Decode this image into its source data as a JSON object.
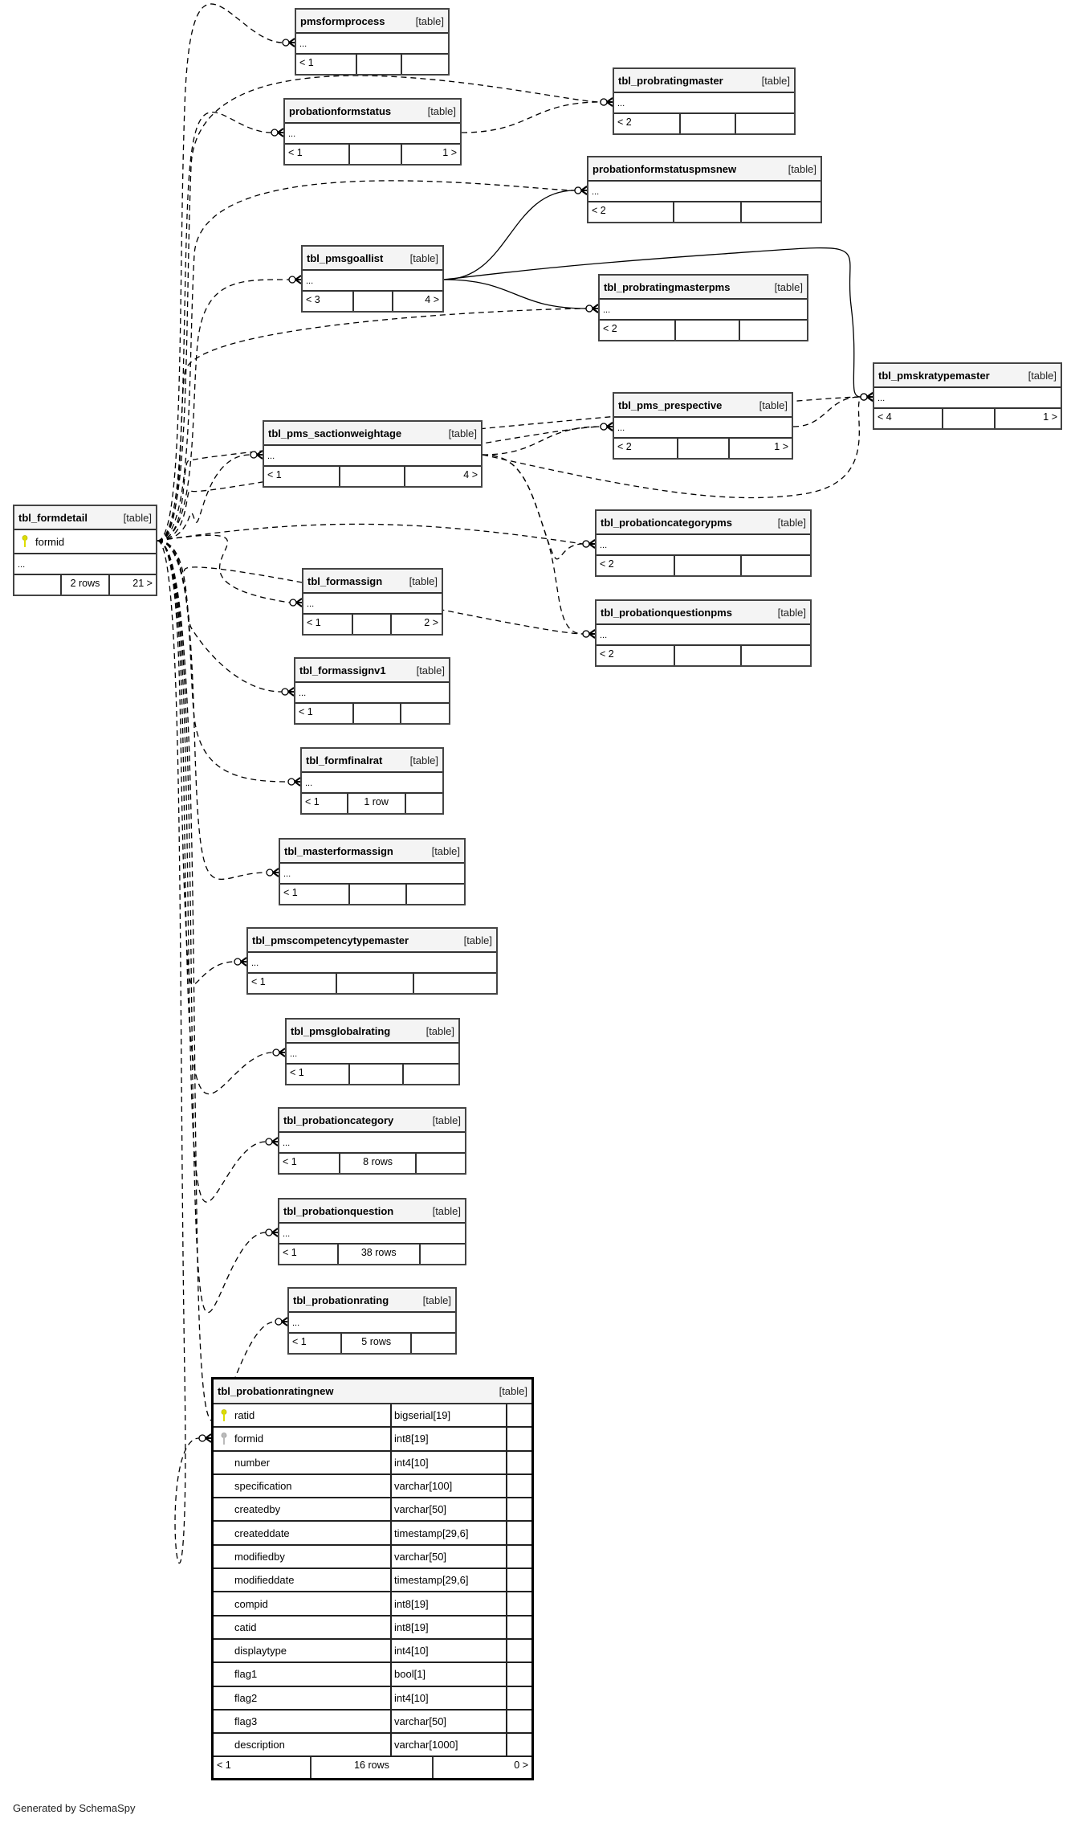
{
  "diagram": {
    "footer_credit": "Generated by SchemaSpy",
    "table_tag": "[table]",
    "focus_table": {
      "name": "tbl_probationratingnew",
      "columns": [
        {
          "name": "ratid",
          "type": "bigserial[19]",
          "key": "primary"
        },
        {
          "name": "formid",
          "type": "int8[19]",
          "key": "foreign"
        },
        {
          "name": "number",
          "type": "int4[10]",
          "key": ""
        },
        {
          "name": "specification",
          "type": "varchar[100]",
          "key": ""
        },
        {
          "name": "createdby",
          "type": "varchar[50]",
          "key": ""
        },
        {
          "name": "createddate",
          "type": "timestamp[29,6]",
          "key": ""
        },
        {
          "name": "modifiedby",
          "type": "varchar[50]",
          "key": ""
        },
        {
          "name": "modifieddate",
          "type": "timestamp[29,6]",
          "key": ""
        },
        {
          "name": "compid",
          "type": "int8[19]",
          "key": ""
        },
        {
          "name": "catid",
          "type": "int8[19]",
          "key": ""
        },
        {
          "name": "displaytype",
          "type": "int4[10]",
          "key": ""
        },
        {
          "name": "flag1",
          "type": "bool[1]",
          "key": ""
        },
        {
          "name": "flag2",
          "type": "int4[10]",
          "key": ""
        },
        {
          "name": "flag3",
          "type": "varchar[50]",
          "key": ""
        },
        {
          "name": "description",
          "type": "varchar[1000]",
          "key": ""
        }
      ],
      "footer": {
        "parents": "< 1",
        "rows": "16 rows",
        "children": "0 >"
      }
    },
    "parent_table": {
      "name": "tbl_formdetail",
      "key_column": "formid",
      "ellipsis": "...",
      "footer": {
        "parents": "",
        "rows": "2 rows",
        "children": "21 >"
      }
    },
    "tables": [
      {
        "id": "pmsformprocess",
        "name": "pmsformprocess",
        "ellipsis": "...",
        "footer": {
          "parents": "< 1",
          "rows": "",
          "children": ""
        }
      },
      {
        "id": "probationformstatus",
        "name": "probationformstatus",
        "ellipsis": "...",
        "footer": {
          "parents": "< 1",
          "rows": "",
          "children": "1 >"
        }
      },
      {
        "id": "tbl_probratingmaster",
        "name": "tbl_probratingmaster",
        "ellipsis": "...",
        "footer": {
          "parents": "< 2",
          "rows": "",
          "children": ""
        }
      },
      {
        "id": "probationformstatuspmsnew",
        "name": "probationformstatuspmsnew",
        "ellipsis": "...",
        "footer": {
          "parents": "< 2",
          "rows": "",
          "children": ""
        }
      },
      {
        "id": "tbl_pmsgoallist",
        "name": "tbl_pmsgoallist",
        "ellipsis": "...",
        "footer": {
          "parents": "< 3",
          "rows": "",
          "children": "4 >"
        }
      },
      {
        "id": "tbl_probratingmasterpms",
        "name": "tbl_probratingmasterpms",
        "ellipsis": "...",
        "footer": {
          "parents": "< 2",
          "rows": "",
          "children": ""
        }
      },
      {
        "id": "tbl_pmskratypemaster",
        "name": "tbl_pmskratypemaster",
        "ellipsis": "...",
        "footer": {
          "parents": "< 4",
          "rows": "",
          "children": "1 >"
        }
      },
      {
        "id": "tbl_pms_prespective",
        "name": "tbl_pms_prespective",
        "ellipsis": "...",
        "footer": {
          "parents": "< 2",
          "rows": "",
          "children": "1 >"
        }
      },
      {
        "id": "tbl_pms_sactionweightage",
        "name": "tbl_pms_sactionweightage",
        "ellipsis": "...",
        "footer": {
          "parents": "< 1",
          "rows": "",
          "children": "4 >"
        }
      },
      {
        "id": "tbl_probationcategorypms",
        "name": "tbl_probationcategorypms",
        "ellipsis": "...",
        "footer": {
          "parents": "< 2",
          "rows": "",
          "children": ""
        }
      },
      {
        "id": "tbl_probationquestionpms",
        "name": "tbl_probationquestionpms",
        "ellipsis": "...",
        "footer": {
          "parents": "< 2",
          "rows": "",
          "children": ""
        }
      },
      {
        "id": "tbl_formassign",
        "name": "tbl_formassign",
        "ellipsis": "...",
        "footer": {
          "parents": "< 1",
          "rows": "",
          "children": "2 >"
        }
      },
      {
        "id": "tbl_formassignv1",
        "name": "tbl_formassignv1",
        "ellipsis": "...",
        "footer": {
          "parents": "< 1",
          "rows": "",
          "children": ""
        }
      },
      {
        "id": "tbl_formfinalrat",
        "name": "tbl_formfinalrat",
        "ellipsis": "...",
        "footer": {
          "parents": "< 1",
          "rows": "1 row",
          "children": ""
        }
      },
      {
        "id": "tbl_masterformassign",
        "name": "tbl_masterformassign",
        "ellipsis": "...",
        "footer": {
          "parents": "< 1",
          "rows": "",
          "children": ""
        }
      },
      {
        "id": "tbl_pmscompetencytypemaster",
        "name": "tbl_pmscompetencytypemaster",
        "ellipsis": "...",
        "footer": {
          "parents": "< 1",
          "rows": "",
          "children": ""
        }
      },
      {
        "id": "tbl_pmsglobalrating",
        "name": "tbl_pmsglobalrating",
        "ellipsis": "...",
        "footer": {
          "parents": "< 1",
          "rows": "",
          "children": ""
        }
      },
      {
        "id": "tbl_probationcategory",
        "name": "tbl_probationcategory",
        "ellipsis": "...",
        "footer": {
          "parents": "< 1",
          "rows": "8 rows",
          "children": ""
        }
      },
      {
        "id": "tbl_probationquestion",
        "name": "tbl_probationquestion",
        "ellipsis": "...",
        "footer": {
          "parents": "< 1",
          "rows": "38 rows",
          "children": ""
        }
      },
      {
        "id": "tbl_probationrating",
        "name": "tbl_probationrating",
        "ellipsis": "...",
        "footer": {
          "parents": "< 1",
          "rows": "5 rows",
          "children": ""
        }
      }
    ],
    "relationships": [
      {
        "from": "tbl_formdetail",
        "to": "pmsformprocess",
        "style": "dashed"
      },
      {
        "from": "tbl_formdetail",
        "to": "probationformstatus",
        "style": "dashed"
      },
      {
        "from": "tbl_formdetail",
        "to": "tbl_probratingmaster",
        "style": "dashed"
      },
      {
        "from": "tbl_formdetail",
        "to": "probationformstatuspmsnew",
        "style": "dashed"
      },
      {
        "from": "tbl_formdetail",
        "to": "tbl_pmsgoallist",
        "style": "dashed"
      },
      {
        "from": "tbl_formdetail",
        "to": "tbl_probratingmasterpms",
        "style": "dashed"
      },
      {
        "from": "tbl_formdetail",
        "to": "tbl_pmskratypemaster",
        "style": "dashed"
      },
      {
        "from": "tbl_formdetail",
        "to": "tbl_pms_prespective",
        "style": "dashed"
      },
      {
        "from": "tbl_formdetail",
        "to": "tbl_pms_sactionweightage",
        "style": "dashed"
      },
      {
        "from": "tbl_formdetail",
        "to": "tbl_probationcategorypms",
        "style": "dashed"
      },
      {
        "from": "tbl_formdetail",
        "to": "tbl_probationquestionpms",
        "style": "dashed"
      },
      {
        "from": "tbl_formdetail",
        "to": "tbl_formassign",
        "style": "dashed"
      },
      {
        "from": "tbl_formdetail",
        "to": "tbl_formassignv1",
        "style": "dashed"
      },
      {
        "from": "tbl_formdetail",
        "to": "tbl_formfinalrat",
        "style": "dashed"
      },
      {
        "from": "tbl_formdetail",
        "to": "tbl_masterformassign",
        "style": "dashed"
      },
      {
        "from": "tbl_formdetail",
        "to": "tbl_pmscompetencytypemaster",
        "style": "dashed"
      },
      {
        "from": "tbl_formdetail",
        "to": "tbl_pmsglobalrating",
        "style": "dashed"
      },
      {
        "from": "tbl_formdetail",
        "to": "tbl_probationcategory",
        "style": "dashed"
      },
      {
        "from": "tbl_formdetail",
        "to": "tbl_probationquestion",
        "style": "dashed"
      },
      {
        "from": "tbl_formdetail",
        "to": "tbl_probationrating",
        "style": "dashed"
      },
      {
        "from": "tbl_formdetail",
        "to": "tbl_probationratingnew",
        "style": "dashed"
      },
      {
        "from": "probationformstatus",
        "to": "tbl_probratingmaster",
        "style": "dashed"
      },
      {
        "from": "tbl_pmsgoallist",
        "to": "probationformstatuspmsnew",
        "style": "solid"
      },
      {
        "from": "tbl_pmsgoallist",
        "to": "tbl_probratingmasterpms",
        "style": "solid"
      },
      {
        "from": "tbl_pmsgoallist",
        "to": "tbl_pmskratypemaster",
        "style": "solid"
      },
      {
        "from": "tbl_pms_prespective",
        "to": "tbl_pmskratypemaster",
        "style": "dashed"
      },
      {
        "from": "tbl_pms_sactionweightage",
        "to": "tbl_pms_prespective",
        "style": "dashed"
      },
      {
        "from": "tbl_pms_sactionweightage",
        "to": "tbl_pmskratypemaster",
        "style": "dashed"
      },
      {
        "from": "tbl_pms_sactionweightage",
        "to": "tbl_probationcategorypms",
        "style": "dashed"
      },
      {
        "from": "tbl_pms_sactionweightage",
        "to": "tbl_probationquestionpms",
        "style": "dashed"
      }
    ]
  }
}
